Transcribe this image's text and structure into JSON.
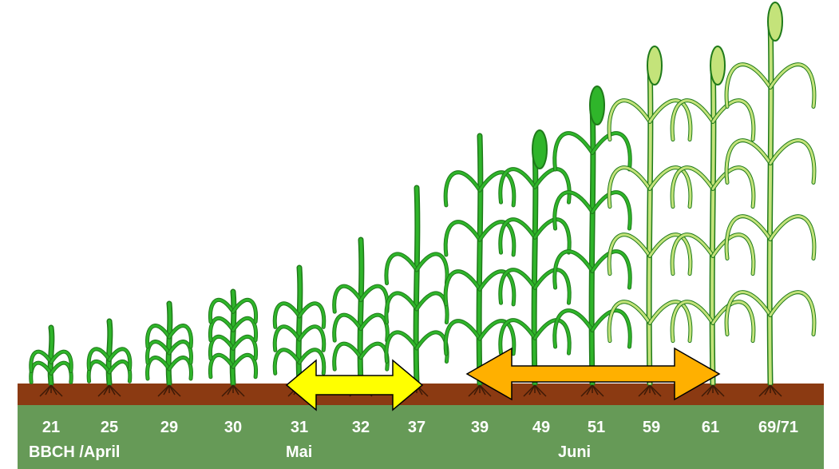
{
  "stages": [
    "21",
    "25",
    "29",
    "30",
    "31",
    "32",
    "37",
    "39",
    "49",
    "51",
    "59",
    "61",
    "69/71"
  ],
  "months": {
    "april": "BBCH /April",
    "may": "Mai",
    "june": "Juni"
  },
  "colors": {
    "soil": "#8b3a12",
    "label_band": "#669a57",
    "young_plant": "#2fb52a",
    "mature_plant": "#c4e37a",
    "arrow_short": "#ffff00",
    "arrow_long": "#ffb000"
  }
}
